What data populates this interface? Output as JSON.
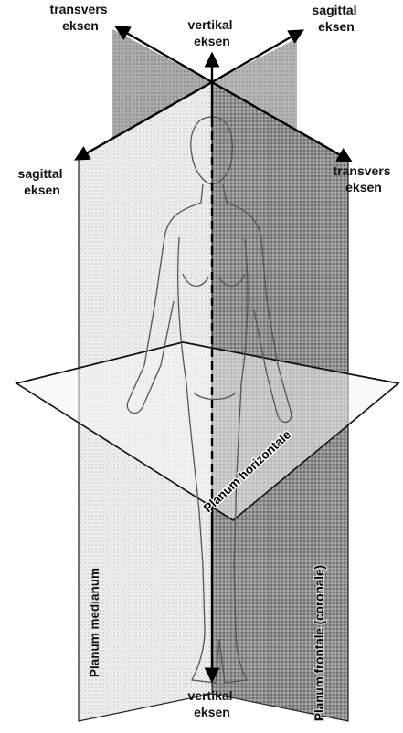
{
  "labels": {
    "transverse_top_left": [
      "transvers",
      "eksen"
    ],
    "vertical_top": [
      "vertikal",
      "eksen"
    ],
    "sagittal_top_right": [
      "sagittal",
      "eksen"
    ],
    "sagittal_left": [
      "sagittal",
      "eksen"
    ],
    "transverse_right": [
      "transvers",
      "eksen"
    ],
    "vertical_bottom": [
      "vertikal",
      "eksen"
    ],
    "plane_median": "Planum medianum",
    "plane_horizontal": "Planum horizontale",
    "plane_frontal": "Planum frontale (coronale)"
  }
}
